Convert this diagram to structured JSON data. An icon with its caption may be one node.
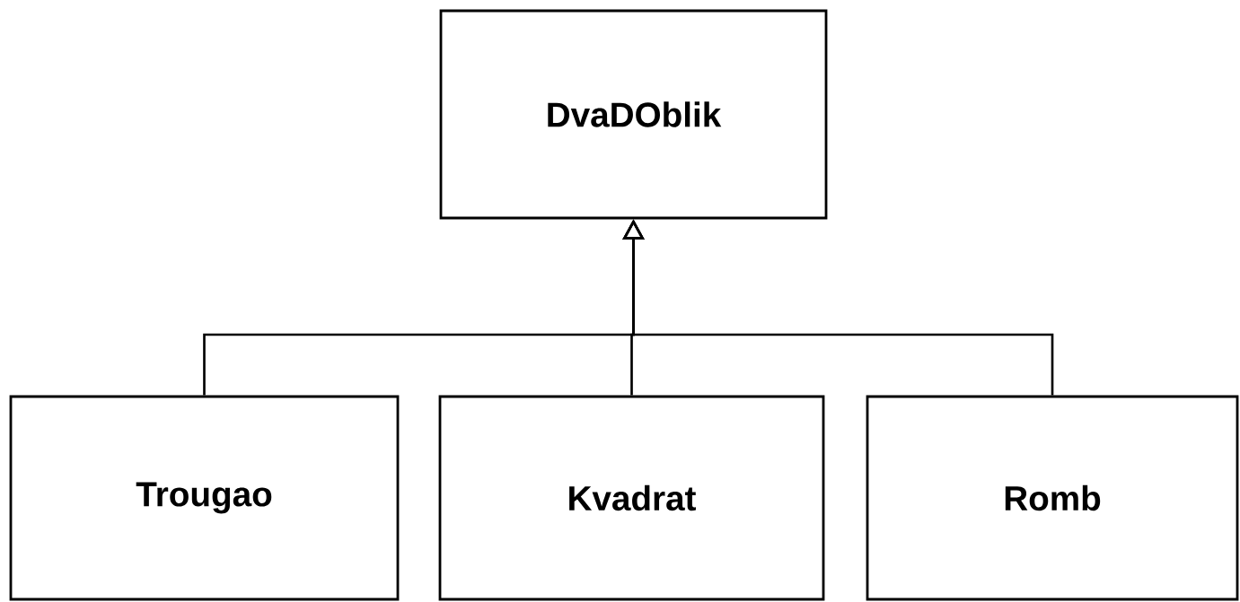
{
  "diagram": {
    "nodes": [
      {
        "text": [
          "DvaDOblik"
        ]
      },
      {
        "text": [
          "Trougao"
        ]
      },
      {
        "text": [
          "Kvadrat"
        ]
      },
      {
        "text": [
          "Romb"
        ]
      }
    ],
    "edges": [
      {
        "from": 1,
        "to": 0,
        "arrow": "to"
      },
      {
        "from": 2,
        "to": 0,
        "arrow": "to"
      },
      {
        "from": 3,
        "to": 0,
        "arrow": "to"
      }
    ]
  }
}
